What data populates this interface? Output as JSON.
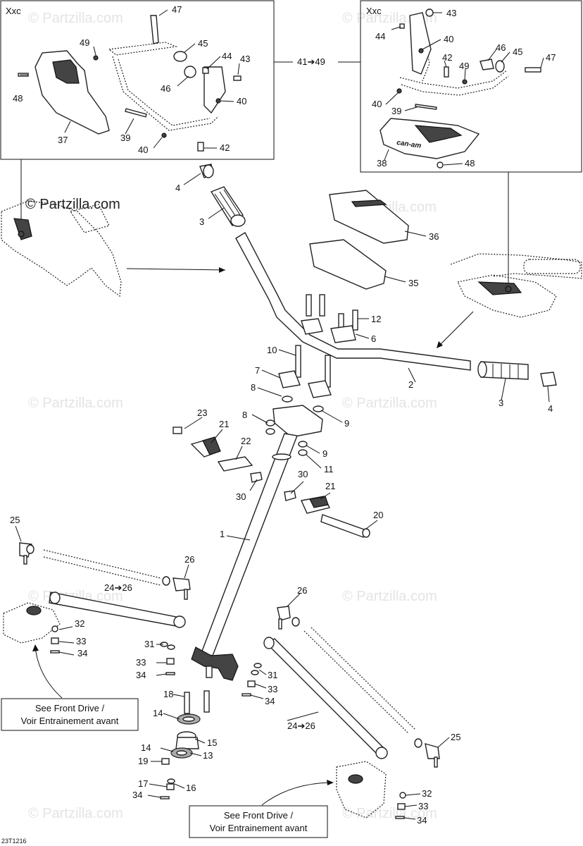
{
  "watermark": "© Partzilla.com",
  "watermark_main": "© Partzilla.com",
  "insets": {
    "left_title": "Xxc",
    "right_title": "Xxc",
    "link_label": "41➔49"
  },
  "notes": {
    "front_drive_left_line1": "See Front Drive /",
    "front_drive_left_line2": "Voir Entrainement avant",
    "front_drive_right_line1": "See Front Drive /",
    "front_drive_right_line2": "Voir Entrainement avant"
  },
  "drawing_code": "23T1216",
  "callouts": {
    "l47": "47",
    "l49": "49",
    "l45": "45",
    "l44": "44",
    "l43": "43",
    "l48": "48",
    "l46": "46",
    "l40a": "40",
    "l37": "37",
    "l39": "39",
    "l40b": "40",
    "l42": "42",
    "r43": "43",
    "r44": "44",
    "r40a": "40",
    "r46": "46",
    "r45": "45",
    "r47": "47",
    "r42": "42",
    "r49": "49",
    "r40b": "40",
    "r39": "39",
    "r38": "38",
    "r48": "48",
    "c4a": "4",
    "c3a": "3",
    "c36": "36",
    "c35": "35",
    "c12": "12",
    "c6": "6",
    "c10": "10",
    "c7": "7",
    "c8a": "8",
    "c8b": "8",
    "c9a": "9",
    "c9b": "9",
    "c11": "11",
    "c2": "2",
    "c3b": "3",
    "c4b": "4",
    "c23": "23",
    "c21a": "21",
    "c22": "22",
    "c30a": "30",
    "c30b": "30",
    "c21b": "21",
    "c20": "20",
    "c1": "1",
    "c25a": "25",
    "c26a": "26",
    "c24a": "24➔26",
    "c32a": "32",
    "c33a": "33",
    "c34a": "34",
    "c31a": "31",
    "c33b": "33",
    "c34b": "34",
    "c18": "18",
    "c14a": "14",
    "c15": "15",
    "c14b": "14",
    "c13": "13",
    "c19": "19",
    "c17": "17",
    "c16": "16",
    "c34c": "34",
    "c26b": "26",
    "c31b": "31",
    "c33c": "33",
    "c34d": "34",
    "c24b": "24➔26",
    "c25b": "25",
    "c32b": "32",
    "c33d": "33",
    "c34e": "34"
  }
}
